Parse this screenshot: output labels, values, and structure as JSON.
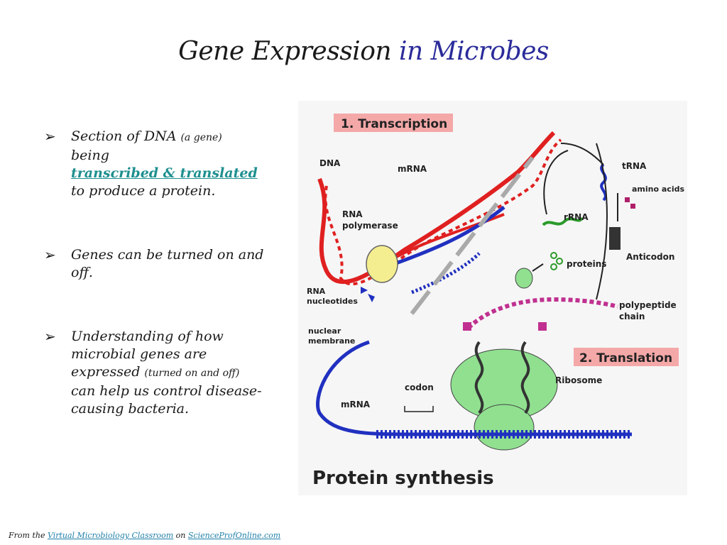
{
  "title": {
    "part1": "Gene Expression",
    "part2": "in Microbes",
    "accent": "#2b2c9a"
  },
  "bullets": {
    "b1": {
      "pre": "Section of DNA ",
      "small": "(a gene)",
      "mid": " being ",
      "link": "transcribed & translated ",
      "post": "to produce a protein."
    },
    "b2": {
      "text": " Genes can be turned on and off."
    },
    "b3": {
      "pre": "Understanding of how microbial genes are expressed ",
      "small": "(turned on and off)",
      "post": " can help us control disease-causing bacteria."
    }
  },
  "figure": {
    "transcription_label": "1. Transcription",
    "translation_label": "2. Translation",
    "caption": "Protein synthesis",
    "labels": {
      "dna": "DNA",
      "mrna_top": "mRNA",
      "rna": "RNA",
      "polymerase": "polymerase",
      "trna": "tRNA",
      "amino_acids": "amino acids",
      "rrna": "rRNA",
      "anticodon": "Anticodon",
      "proteins": "proteins",
      "rna2": "RNA",
      "nucleotides": "nucleotides",
      "polypeptide": "polypeptide",
      "chain": "chain",
      "nuclear": "nuclear",
      "membrane": "membrane",
      "ribosome": "Ribosome",
      "codon": "codon",
      "mrna_bottom": "mRNA"
    },
    "colors": {
      "dna": "#e02020",
      "mrna": "#2030c0",
      "ribosome": "#90e090",
      "label_bg": "#f4a8a8"
    }
  },
  "footer": {
    "pre": "From the ",
    "link1": "Virtual Microbiology Classroom",
    "mid": " on ",
    "link2": "ScienceProfOnline.com"
  }
}
